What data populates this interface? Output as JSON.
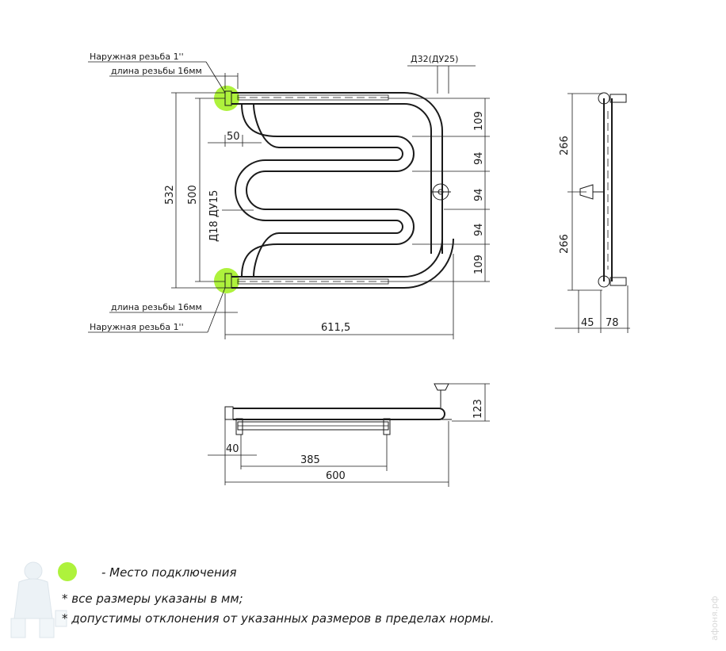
{
  "front_view": {
    "thread_top_line1": "Наружная резьба 1''",
    "thread_top_line2": "длина резьбы 16мм",
    "thread_bottom_line1": "длина резьбы 16мм",
    "thread_bottom_line2": "Наружная резьба 1''",
    "pipe_main": "Д32(ДУ25)",
    "pipe_inner": "Д18 ДУ15",
    "dim_total_height": "532",
    "dim_axis_height": "500",
    "dim_offset": "50",
    "dim_width": "611,5",
    "dim_seg_top": "109",
    "dim_seg_2": "94",
    "dim_seg_3": "94",
    "dim_seg_4": "94",
    "dim_seg_bottom": "109"
  },
  "side_view": {
    "dim_upper": "266",
    "dim_lower": "266",
    "dim_depth_a": "45",
    "dim_depth_b": "78"
  },
  "top_view": {
    "dim_height": "123",
    "dim_offset": "40",
    "dim_shelf": "385",
    "dim_length": "600"
  },
  "legend": {
    "connection_label": "- Место подключения",
    "note_units": "* все размеры указаны в мм;",
    "note_tolerance": "* допустимы отклонения от указанных размеров в пределах нормы.",
    "marker_color": "#aef23c"
  },
  "watermark": "афоня.рф"
}
